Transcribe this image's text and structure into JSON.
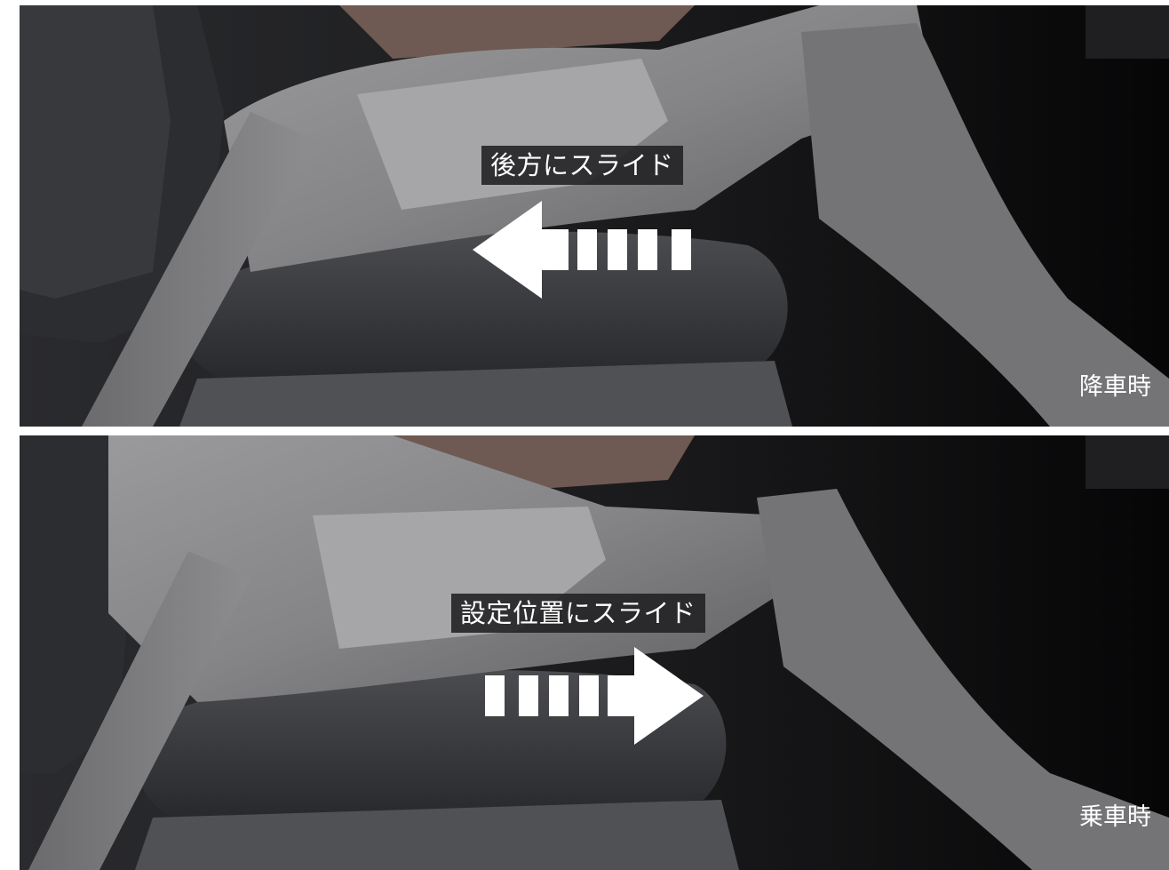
{
  "panels": [
    {
      "caption": "後方にスライド",
      "arrow_direction": "left",
      "state_label": "降車時"
    },
    {
      "caption": "設定位置にスライド",
      "arrow_direction": "right",
      "state_label": "乗車時"
    }
  ],
  "colors": {
    "caption_background": "#202022",
    "caption_text": "#ffffff",
    "arrow": "#ffffff",
    "suit": "#8c8c8e",
    "seat_leather": "#3a3c40",
    "background": "#0e0e10"
  },
  "icons": {
    "top_arrow": "left-arrow-icon",
    "bottom_arrow": "right-arrow-icon"
  }
}
